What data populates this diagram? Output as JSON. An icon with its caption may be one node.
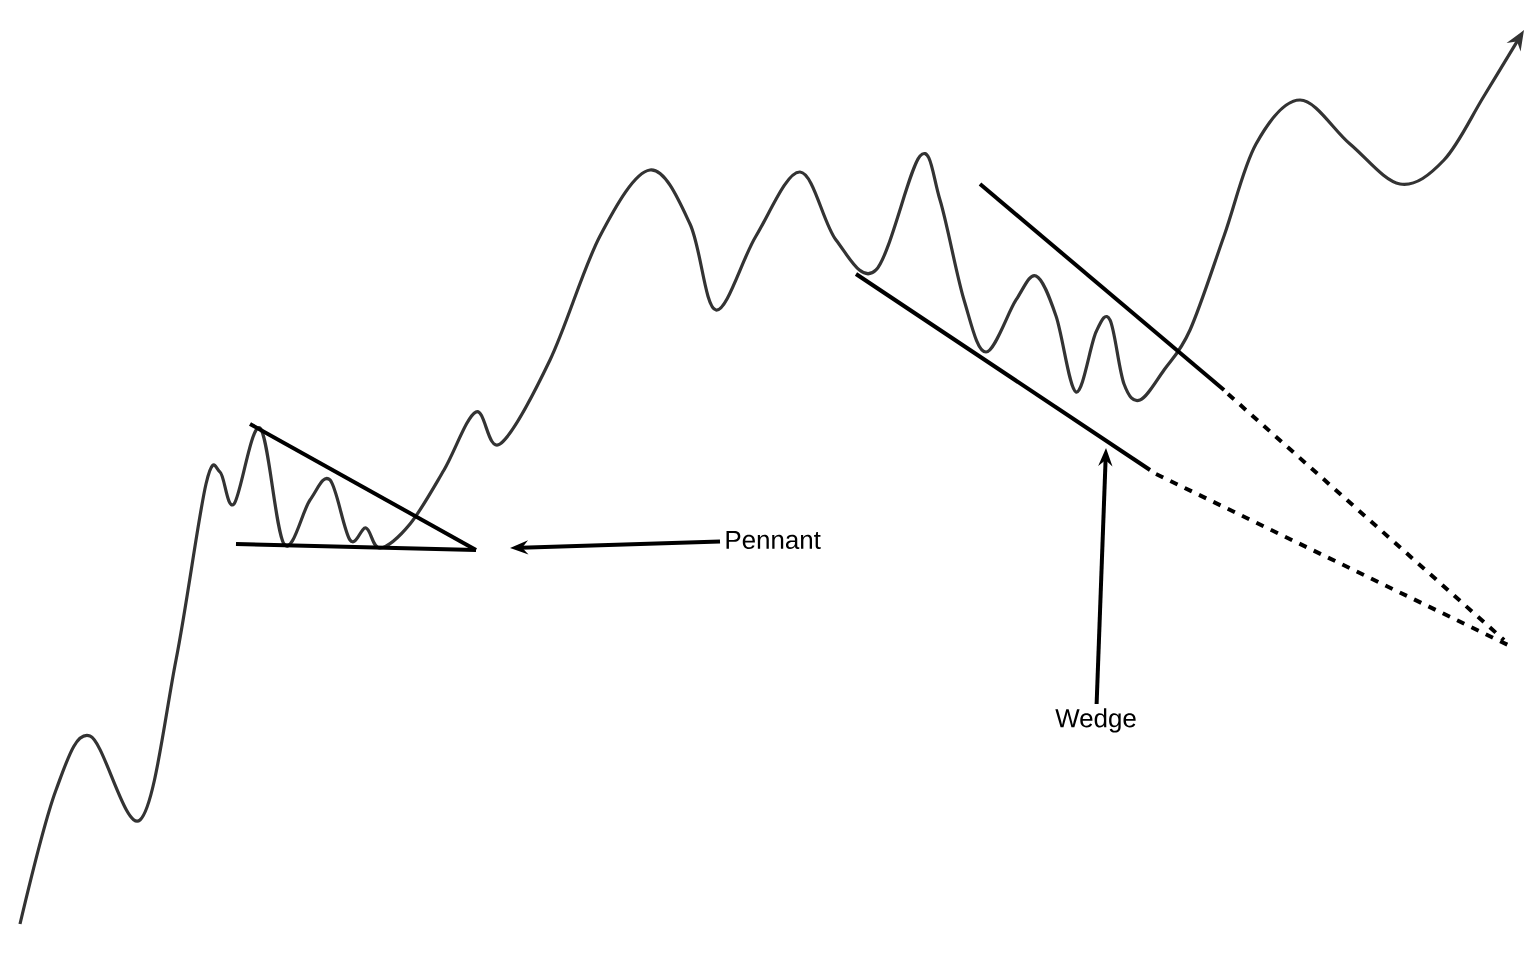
{
  "diagram": {
    "nodes": [
      {
        "text": [
          "Pennant"
        ]
      },
      {
        "text": [
          "Wedge"
        ]
      }
    ],
    "edges": [
      {
        "from": 0,
        "to": null,
        "arrow": "to"
      },
      {
        "from": 1,
        "to": null,
        "arrow": "to"
      }
    ]
  }
}
